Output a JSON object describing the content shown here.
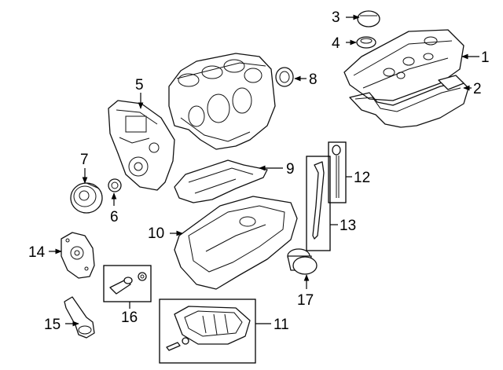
{
  "callouts": {
    "c1": "1",
    "c2": "2",
    "c3": "3",
    "c4": "4",
    "c5": "5",
    "c6": "6",
    "c7": "7",
    "c8": "8",
    "c9": "9",
    "c10": "10",
    "c11": "11",
    "c12": "12",
    "c13": "13",
    "c14": "14",
    "c15": "15",
    "c16": "16",
    "c17": "17"
  },
  "parts": [
    "cylinder-block",
    "timing-cover",
    "valve-cover",
    "valve-cover-gasket",
    "oil-filler-cap",
    "oil-cap-seal",
    "front-crank-seal",
    "crank-pulley",
    "rear-main-seal",
    "oil-baffle",
    "upper-oil-pan",
    "lower-oil-pan-kit",
    "dipstick",
    "dipstick-tube",
    "oil-pump",
    "oil-pickup",
    "oil-drain-plug-kit",
    "oil-filter"
  ]
}
